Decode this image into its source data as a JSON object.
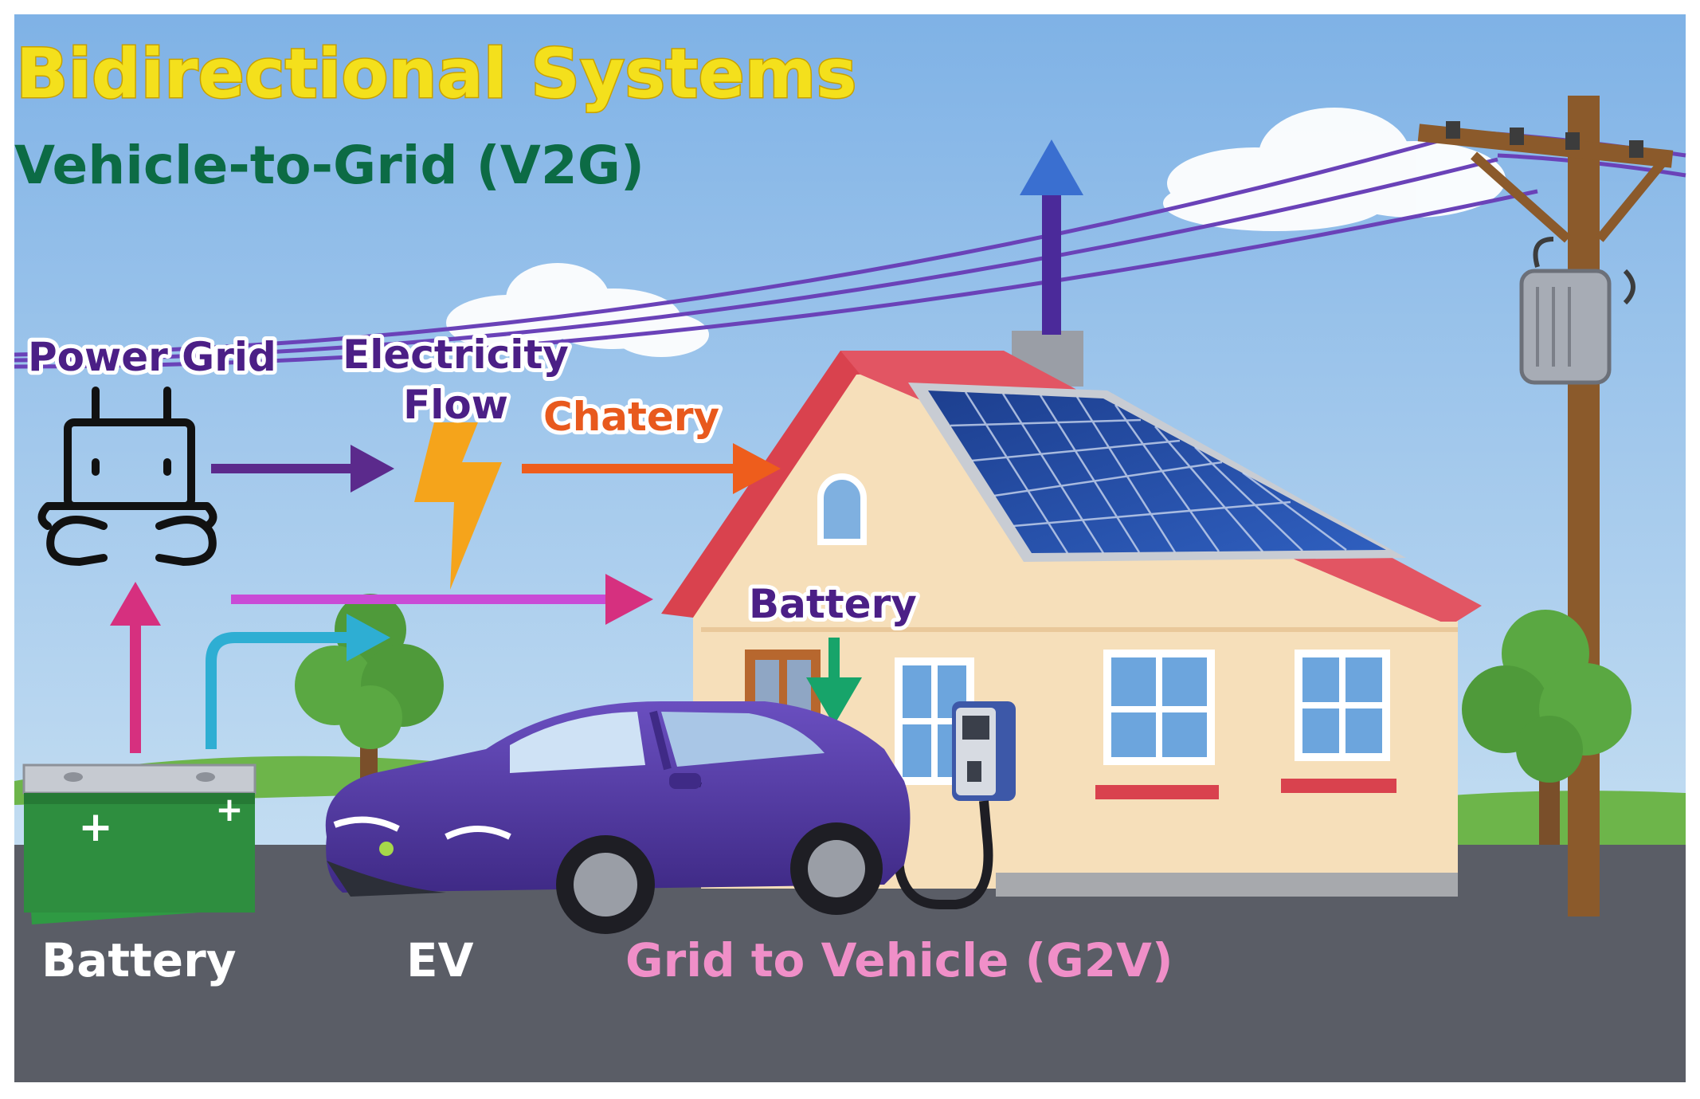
{
  "title": "Bidirectional Systems",
  "subtitle": "Vehicle-to-Grid (V2G)",
  "labels": {
    "power_grid": "Power Grid",
    "electricity_flow_line1": "Electricity",
    "electricity_flow_line2": "Flow",
    "chatery": "Chatery",
    "house_battery": "Battery",
    "battery": "Battery",
    "ev": "EV",
    "g2v": "Grid to Vehicle (G2V)"
  },
  "icons": [
    "power-plug-icon",
    "lightning-bolt-icon",
    "battery-icon",
    "electric-car-icon",
    "solar-panel-icon",
    "ev-charger-icon",
    "utility-pole-icon",
    "transformer-icon",
    "house-icon",
    "tree-icon",
    "cloud-icon"
  ],
  "colors": {
    "title": "#f4e01c",
    "subtitle": "#0c6b45",
    "power_grid": "#4b1f86",
    "electricity_flow": "#4b1f86",
    "chatery": "#e8591d",
    "house_battery": "#4b1f86",
    "battery_label": "#ffffff",
    "ev_label": "#ffffff",
    "g2v": "#f08fc8",
    "arrow_grid_to_bolt": "#5b2a8c",
    "arrow_bolt_to_house": "#ee5d1c",
    "arrow_battery_to_house": "#c94bd6",
    "arrow_battery_up": "#d6307f",
    "arrow_battery_to_ev": "#2eaed3",
    "arrow_house_battery_down": "#17a46a",
    "arrow_antenna_up": "#3a6fd0",
    "car_body": "#5a3fa8",
    "sky": "#8fbde6",
    "road": "#5a5d66",
    "roof": "#d9424e",
    "house_wall": "#f6dfba"
  }
}
